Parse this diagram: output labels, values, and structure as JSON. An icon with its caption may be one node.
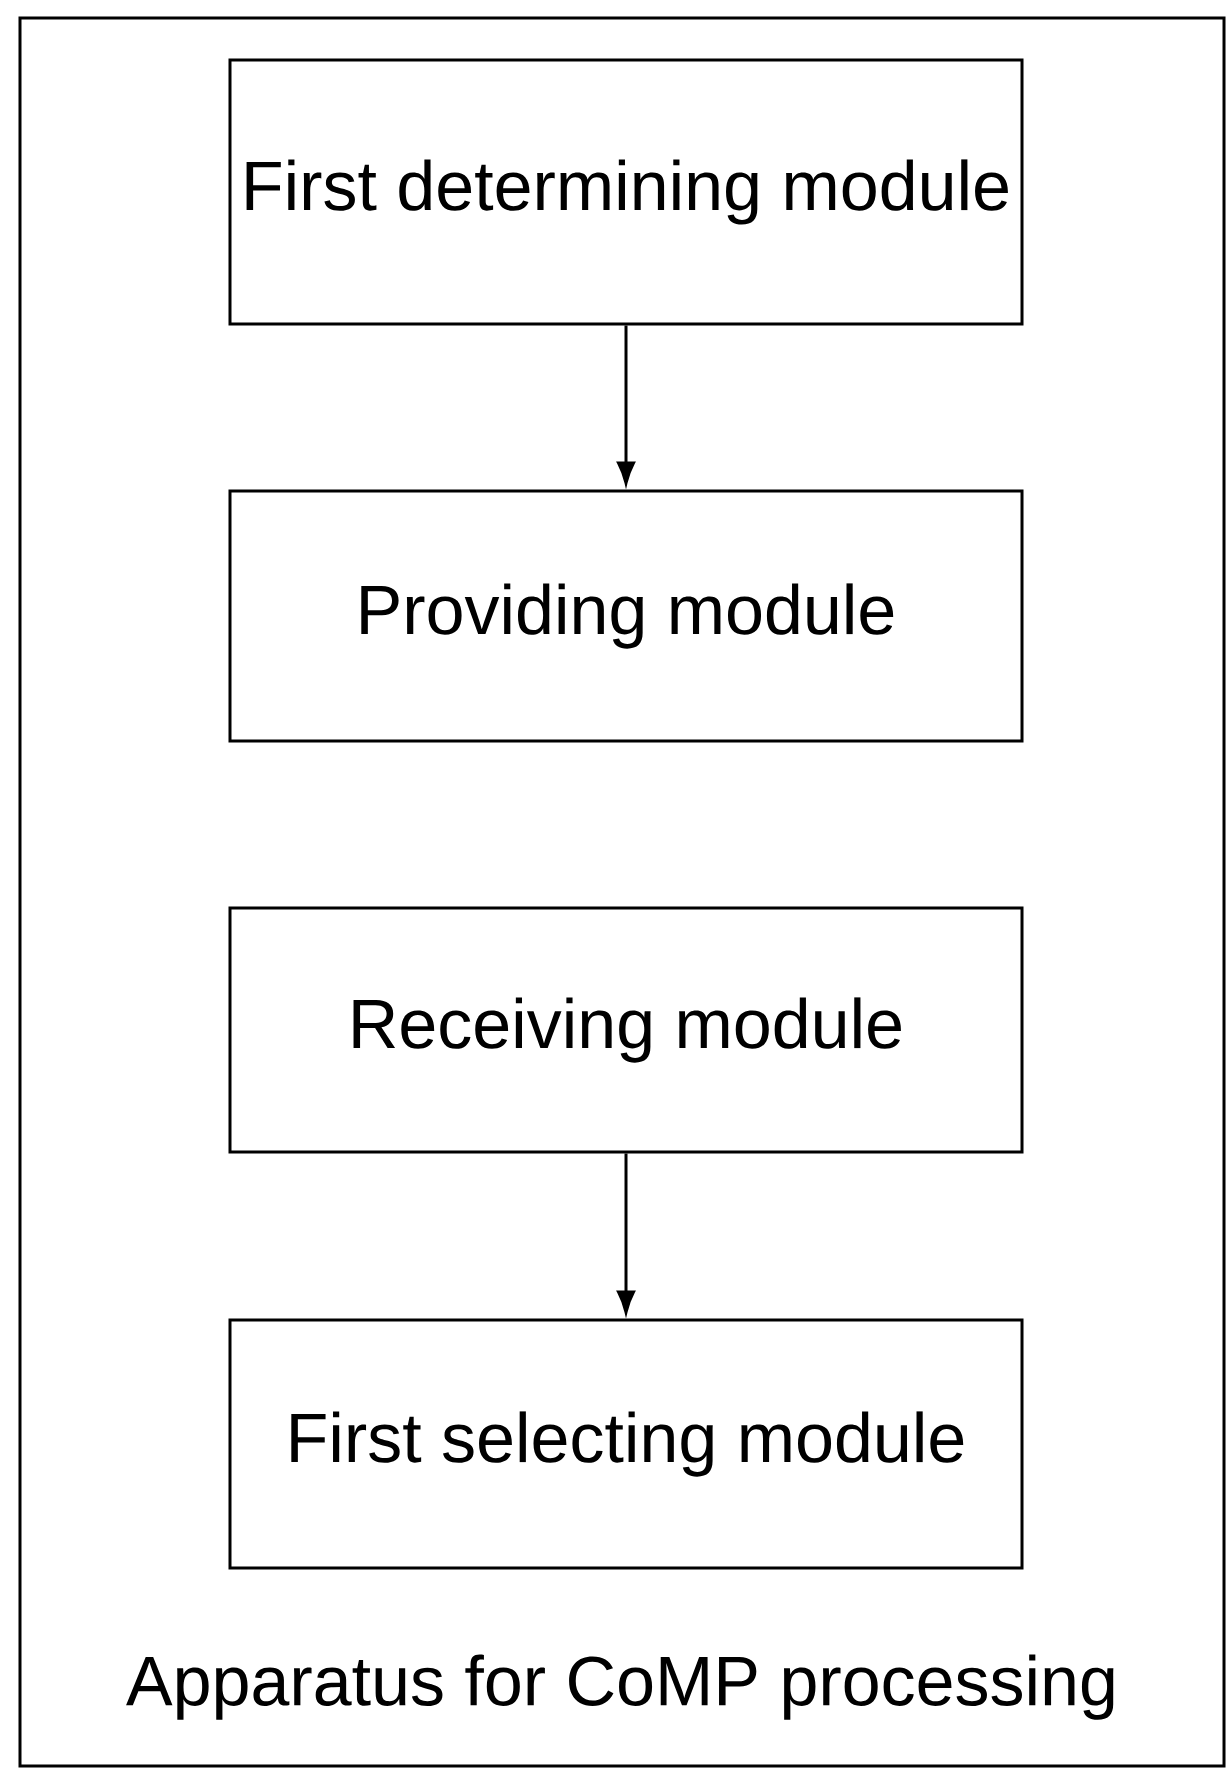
{
  "diagram": {
    "nodes": [
      {
        "text": [
          "Apparatus for CoMP processing"
        ]
      },
      {
        "text": [
          "First determining module"
        ],
        "in": 0
      },
      {
        "text": [
          "Providing module"
        ],
        "in": 0
      },
      {
        "text": [
          "Receiving module"
        ],
        "in": 0
      },
      {
        "text": [
          "First selecting module"
        ],
        "in": 0
      }
    ],
    "edges": [
      {
        "from": 1,
        "to": 2,
        "arrow": "to"
      },
      {
        "from": 3,
        "to": 4,
        "arrow": "to"
      }
    ]
  }
}
